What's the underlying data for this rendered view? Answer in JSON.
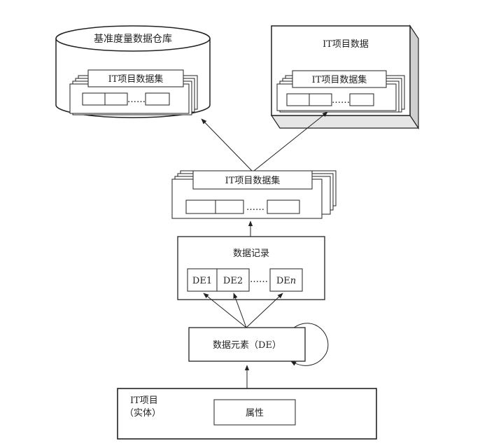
{
  "diagram": {
    "warehouse": {
      "title": "基准度量数据仓库",
      "dataset_label": "IT项目数据集",
      "ellipsis": "……"
    },
    "it_project_data": {
      "title": "IT项目数据",
      "dataset_label": "IT项目数据集",
      "ellipsis": "……"
    },
    "middle_dataset": {
      "label": "IT项目数据集",
      "ellipsis": "……"
    },
    "data_record": {
      "title": "数据记录",
      "cells": [
        "DE1",
        "DE2"
      ],
      "ellipsis": "……",
      "last_cell_prefix": "DE",
      "last_cell_suffix": "n"
    },
    "data_element": {
      "label": "数据元素（DE）"
    },
    "it_project": {
      "title_line1": "IT项目",
      "title_line2": "（实体）",
      "attribute_label": "属性"
    }
  }
}
